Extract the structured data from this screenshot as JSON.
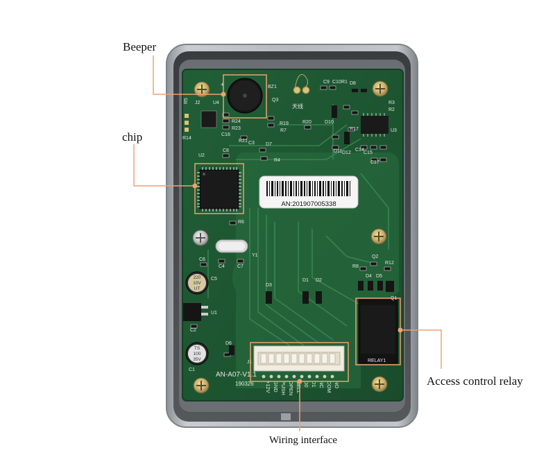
{
  "callouts": {
    "beeper": "Beeper",
    "chip": "chip",
    "relay": "Access control relay",
    "wiring": "Wiring interface"
  },
  "pcb": {
    "barcode_text": "AN:201907005338",
    "model": "AN-A07-V1.1",
    "date_code": "190326",
    "relay_label": "RELAY1",
    "pin_labels": [
      "+12V",
      "GND",
      "PUSH",
      "OPEN",
      "BELL",
      "D0",
      "D1",
      "NC",
      "COM",
      "NO"
    ],
    "parts": [
      "R5",
      "J2",
      "U4",
      "BZ1",
      "Q3",
      "R19",
      "R20",
      "C9",
      "C10",
      "R1",
      "R3",
      "R2",
      "D10",
      "D8",
      "R24",
      "R23",
      "C16",
      "R21",
      "C3",
      "D7",
      "R4",
      "U2",
      "C8",
      "R6",
      "Y1",
      "C6",
      "C4",
      "C7",
      "C5",
      "U1",
      "C2",
      "C1",
      "D6",
      "J1",
      "D3",
      "D1",
      "D2",
      "R8",
      "Q2",
      "R12",
      "D5",
      "D4",
      "Q1",
      "U3",
      "R17",
      "D11",
      "D12",
      "C14",
      "C15",
      "C17",
      "R7",
      "R14"
    ],
    "capacitor_c5": [
      "220",
      "10V",
      "UT"
    ],
    "capacitor_c1": [
      "TS",
      "100",
      "35V"
    ],
    "antenna_mark": "天线"
  },
  "colors": {
    "pcb": "#1f5a33",
    "highlight": "#f0a070",
    "case": "#9aa0a6"
  }
}
